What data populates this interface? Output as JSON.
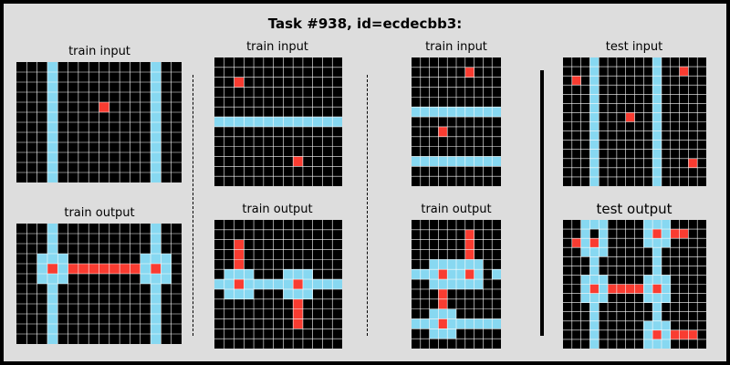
{
  "title": "Task #938, id=ecdecbb3:",
  "colors": {
    "background": "#dddddd",
    "empty": "#000000",
    "grid_line": "#ffffff",
    "blue": "#87d8f1",
    "red": "#f93c31",
    "separator": "#000000"
  },
  "panels": [
    {
      "title": "train input",
      "rows": 12,
      "cols": 16,
      "cells": {
        "blue": [
          [
            0,
            3
          ],
          [
            1,
            3
          ],
          [
            2,
            3
          ],
          [
            3,
            3
          ],
          [
            4,
            3
          ],
          [
            5,
            3
          ],
          [
            6,
            3
          ],
          [
            7,
            3
          ],
          [
            8,
            3
          ],
          [
            9,
            3
          ],
          [
            10,
            3
          ],
          [
            11,
            3
          ],
          [
            0,
            13
          ],
          [
            1,
            13
          ],
          [
            2,
            13
          ],
          [
            3,
            13
          ],
          [
            4,
            13
          ],
          [
            5,
            13
          ],
          [
            6,
            13
          ],
          [
            7,
            13
          ],
          [
            8,
            13
          ],
          [
            9,
            13
          ],
          [
            10,
            13
          ],
          [
            11,
            13
          ]
        ],
        "red": [
          [
            4,
            8
          ]
        ]
      }
    },
    {
      "title": "train output",
      "rows": 12,
      "cols": 16,
      "cells": {
        "blue": [
          [
            0,
            3
          ],
          [
            1,
            3
          ],
          [
            2,
            3
          ],
          [
            3,
            2
          ],
          [
            3,
            3
          ],
          [
            3,
            4
          ],
          [
            4,
            2
          ],
          [
            4,
            4
          ],
          [
            5,
            2
          ],
          [
            5,
            3
          ],
          [
            5,
            4
          ],
          [
            6,
            3
          ],
          [
            7,
            3
          ],
          [
            8,
            3
          ],
          [
            9,
            3
          ],
          [
            10,
            3
          ],
          [
            11,
            3
          ],
          [
            0,
            13
          ],
          [
            1,
            13
          ],
          [
            2,
            13
          ],
          [
            3,
            12
          ],
          [
            3,
            13
          ],
          [
            3,
            14
          ],
          [
            4,
            12
          ],
          [
            4,
            14
          ],
          [
            5,
            12
          ],
          [
            5,
            13
          ],
          [
            5,
            14
          ],
          [
            6,
            13
          ],
          [
            7,
            13
          ],
          [
            8,
            13
          ],
          [
            9,
            13
          ],
          [
            10,
            13
          ],
          [
            11,
            13
          ]
        ],
        "red": [
          [
            4,
            3
          ],
          [
            4,
            5
          ],
          [
            4,
            6
          ],
          [
            4,
            7
          ],
          [
            4,
            8
          ],
          [
            4,
            9
          ],
          [
            4,
            10
          ],
          [
            4,
            11
          ],
          [
            4,
            13
          ]
        ]
      }
    },
    {
      "title": "train input",
      "rows": 13,
      "cols": 13,
      "cells": {
        "blue": [
          [
            6,
            0
          ],
          [
            6,
            1
          ],
          [
            6,
            2
          ],
          [
            6,
            3
          ],
          [
            6,
            4
          ],
          [
            6,
            5
          ],
          [
            6,
            6
          ],
          [
            6,
            7
          ],
          [
            6,
            8
          ],
          [
            6,
            9
          ],
          [
            6,
            10
          ],
          [
            6,
            11
          ],
          [
            6,
            12
          ]
        ],
        "red": [
          [
            2,
            2
          ],
          [
            10,
            8
          ]
        ]
      }
    },
    {
      "title": "train output",
      "rows": 13,
      "cols": 13,
      "cells": {
        "blue": [
          [
            5,
            1
          ],
          [
            5,
            2
          ],
          [
            5,
            3
          ],
          [
            5,
            7
          ],
          [
            5,
            8
          ],
          [
            5,
            9
          ],
          [
            6,
            0
          ],
          [
            6,
            1
          ],
          [
            6,
            3
          ],
          [
            6,
            4
          ],
          [
            6,
            5
          ],
          [
            6,
            6
          ],
          [
            6,
            7
          ],
          [
            6,
            9
          ],
          [
            6,
            10
          ],
          [
            6,
            11
          ],
          [
            6,
            12
          ],
          [
            7,
            1
          ],
          [
            7,
            2
          ],
          [
            7,
            3
          ],
          [
            7,
            7
          ],
          [
            7,
            8
          ],
          [
            7,
            9
          ]
        ],
        "red": [
          [
            2,
            2
          ],
          [
            3,
            2
          ],
          [
            4,
            2
          ],
          [
            6,
            2
          ],
          [
            6,
            8
          ],
          [
            8,
            8
          ],
          [
            9,
            8
          ],
          [
            10,
            8
          ]
        ]
      }
    },
    {
      "title": "train input",
      "rows": 13,
      "cols": 10,
      "cells": {
        "blue": [
          [
            5,
            0
          ],
          [
            5,
            1
          ],
          [
            5,
            2
          ],
          [
            5,
            3
          ],
          [
            5,
            4
          ],
          [
            5,
            5
          ],
          [
            5,
            6
          ],
          [
            5,
            7
          ],
          [
            5,
            8
          ],
          [
            5,
            9
          ],
          [
            10,
            0
          ],
          [
            10,
            1
          ],
          [
            10,
            2
          ],
          [
            10,
            3
          ],
          [
            10,
            4
          ],
          [
            10,
            5
          ],
          [
            10,
            6
          ],
          [
            10,
            7
          ],
          [
            10,
            8
          ],
          [
            10,
            9
          ]
        ],
        "red": [
          [
            1,
            6
          ],
          [
            7,
            3
          ]
        ]
      }
    },
    {
      "title": "train output",
      "rows": 13,
      "cols": 10,
      "cells": {
        "blue": [
          [
            5,
            0
          ],
          [
            5,
            1
          ],
          [
            5,
            5
          ],
          [
            5,
            9
          ],
          [
            4,
            2
          ],
          [
            4,
            3
          ],
          [
            4,
            4
          ],
          [
            5,
            2
          ],
          [
            5,
            4
          ],
          [
            6,
            2
          ],
          [
            6,
            3
          ],
          [
            6,
            4
          ],
          [
            4,
            5
          ],
          [
            4,
            6
          ],
          [
            4,
            7
          ],
          [
            5,
            7
          ],
          [
            6,
            5
          ],
          [
            6,
            6
          ],
          [
            6,
            7
          ],
          [
            9,
            2
          ],
          [
            9,
            3
          ],
          [
            9,
            4
          ],
          [
            10,
            0
          ],
          [
            10,
            1
          ],
          [
            10,
            2
          ],
          [
            10,
            4
          ],
          [
            10,
            5
          ],
          [
            10,
            6
          ],
          [
            10,
            7
          ],
          [
            10,
            8
          ],
          [
            10,
            9
          ],
          [
            11,
            2
          ],
          [
            11,
            3
          ],
          [
            11,
            4
          ]
        ],
        "red": [
          [
            1,
            6
          ],
          [
            2,
            6
          ],
          [
            3,
            6
          ],
          [
            5,
            3
          ],
          [
            5,
            6
          ],
          [
            7,
            3
          ],
          [
            8,
            3
          ],
          [
            10,
            3
          ]
        ]
      }
    },
    {
      "title": "test input",
      "rows": 14,
      "cols": 16,
      "cells": {
        "blue": [
          [
            0,
            3
          ],
          [
            1,
            3
          ],
          [
            2,
            3
          ],
          [
            3,
            3
          ],
          [
            4,
            3
          ],
          [
            5,
            3
          ],
          [
            6,
            3
          ],
          [
            7,
            3
          ],
          [
            8,
            3
          ],
          [
            9,
            3
          ],
          [
            10,
            3
          ],
          [
            11,
            3
          ],
          [
            12,
            3
          ],
          [
            13,
            3
          ],
          [
            0,
            10
          ],
          [
            1,
            10
          ],
          [
            2,
            10
          ],
          [
            3,
            10
          ],
          [
            4,
            10
          ],
          [
            5,
            10
          ],
          [
            6,
            10
          ],
          [
            7,
            10
          ],
          [
            8,
            10
          ],
          [
            9,
            10
          ],
          [
            10,
            10
          ],
          [
            11,
            10
          ],
          [
            12,
            10
          ],
          [
            13,
            10
          ]
        ],
        "red": [
          [
            1,
            13
          ],
          [
            2,
            1
          ],
          [
            6,
            7
          ],
          [
            11,
            14
          ]
        ]
      }
    },
    {
      "title": "test output",
      "rows": 14,
      "cols": 16,
      "cells": {
        "blue": [
          [
            0,
            2
          ],
          [
            0,
            3
          ],
          [
            0,
            4
          ],
          [
            1,
            2
          ],
          [
            1,
            4
          ],
          [
            2,
            2
          ],
          [
            2,
            4
          ],
          [
            3,
            2
          ],
          [
            3,
            3
          ],
          [
            3,
            4
          ],
          [
            4,
            3
          ],
          [
            5,
            3
          ],
          [
            6,
            2
          ],
          [
            6,
            3
          ],
          [
            6,
            4
          ],
          [
            7,
            2
          ],
          [
            7,
            4
          ],
          [
            8,
            2
          ],
          [
            8,
            3
          ],
          [
            8,
            4
          ],
          [
            9,
            3
          ],
          [
            10,
            3
          ],
          [
            11,
            3
          ],
          [
            12,
            3
          ],
          [
            13,
            3
          ],
          [
            0,
            9
          ],
          [
            0,
            10
          ],
          [
            0,
            11
          ],
          [
            1,
            9
          ],
          [
            1,
            11
          ],
          [
            2,
            9
          ],
          [
            2,
            10
          ],
          [
            2,
            11
          ],
          [
            3,
            10
          ],
          [
            4,
            10
          ],
          [
            5,
            10
          ],
          [
            6,
            9
          ],
          [
            6,
            10
          ],
          [
            6,
            11
          ],
          [
            7,
            9
          ],
          [
            7,
            11
          ],
          [
            8,
            9
          ],
          [
            8,
            10
          ],
          [
            8,
            11
          ],
          [
            9,
            10
          ],
          [
            10,
            10
          ],
          [
            11,
            9
          ],
          [
            11,
            10
          ],
          [
            11,
            11
          ],
          [
            12,
            9
          ],
          [
            12,
            11
          ],
          [
            13,
            9
          ],
          [
            13,
            10
          ],
          [
            13,
            11
          ]
        ],
        "red": [
          [
            1,
            10
          ],
          [
            1,
            12
          ],
          [
            1,
            13
          ],
          [
            2,
            1
          ],
          [
            2,
            3
          ],
          [
            7,
            3
          ],
          [
            7,
            5
          ],
          [
            7,
            6
          ],
          [
            7,
            7
          ],
          [
            7,
            8
          ],
          [
            7,
            10
          ],
          [
            12,
            10
          ],
          [
            12,
            12
          ],
          [
            12,
            13
          ],
          [
            12,
            14
          ]
        ]
      }
    }
  ]
}
